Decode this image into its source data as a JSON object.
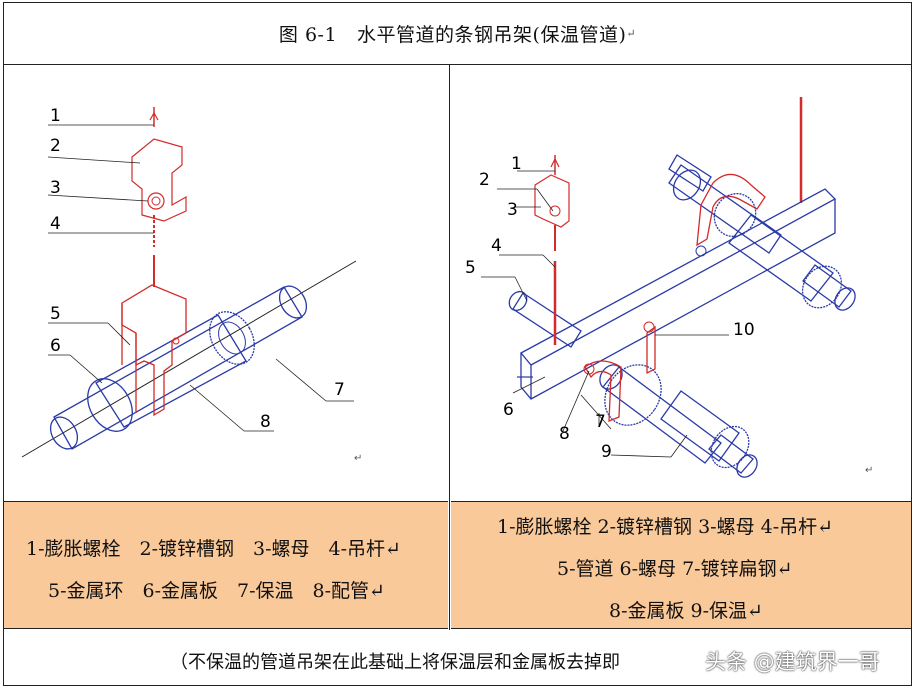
{
  "title": {
    "figure_no": "图 6-1",
    "text": "水平管道的条钢吊架(保温管道)",
    "mark": "↵"
  },
  "left_figure": {
    "callouts": [
      "1",
      "2",
      "3",
      "4",
      "5",
      "6",
      "7",
      "8"
    ],
    "mark": "↵"
  },
  "right_figure": {
    "callouts": [
      "1",
      "2",
      "3",
      "4",
      "5",
      "6",
      "7",
      "8",
      "9",
      "10"
    ],
    "mark": "↵"
  },
  "left_legend": {
    "line1": "1-膨胀螺栓　2-镀锌槽钢　3-螺母　4-吊杆↵",
    "line2": "5-金属环　6-金属板　7-保温　8-配管↵"
  },
  "right_legend": {
    "line1": "1-膨胀螺栓  2-镀锌槽钢  3-螺母  4-吊杆↵",
    "line2": "5-管道  6-螺母  7-镀锌扁钢↵",
    "line3": "8-金属板  9-保温↵"
  },
  "footer": {
    "text": "（不保温的管道吊架在此基础上将保温层和金属板去掉即"
  },
  "watermark": {
    "text": "头条 @建筑界一哥"
  },
  "colors": {
    "legend_bg": "#f9c99a",
    "hanger_red": "#d42a2a",
    "pipe_blue": "#2a3aa8"
  }
}
